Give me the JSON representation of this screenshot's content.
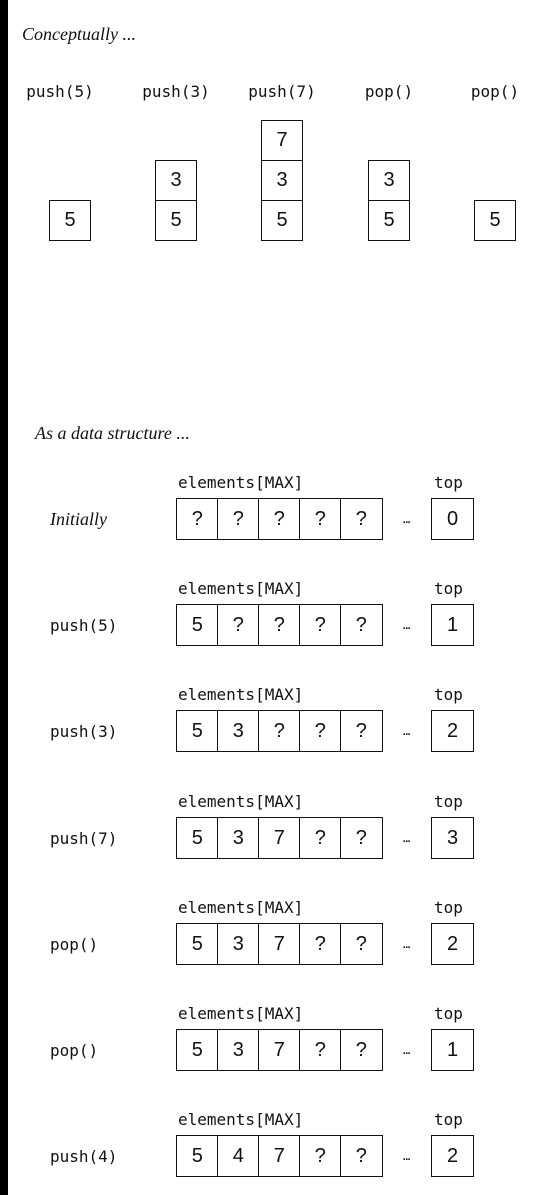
{
  "headings": {
    "conceptual": "Conceptually ...",
    "data_structure": "As a data structure ..."
  },
  "conceptual_ops": [
    {
      "label": "push(5)",
      "stack": [
        "5"
      ]
    },
    {
      "label": "push(3)",
      "stack": [
        "5",
        "3"
      ]
    },
    {
      "label": "push(7)",
      "stack": [
        "5",
        "3",
        "7"
      ]
    },
    {
      "label": "pop()",
      "stack": [
        "5",
        "3"
      ]
    },
    {
      "label": "pop()",
      "stack": [
        "5"
      ]
    }
  ],
  "array_labels": {
    "elements": "elements[MAX]",
    "top": "top",
    "ellipsis": "..."
  },
  "rows": [
    {
      "label": "Initially",
      "label_style": "serif",
      "cells": [
        "?",
        "?",
        "?",
        "?",
        "?"
      ],
      "top": "0"
    },
    {
      "label": "push(5)",
      "label_style": "mono",
      "cells": [
        "5",
        "?",
        "?",
        "?",
        "?"
      ],
      "top": "1"
    },
    {
      "label": "push(3)",
      "label_style": "mono",
      "cells": [
        "5",
        "3",
        "?",
        "?",
        "?"
      ],
      "top": "2"
    },
    {
      "label": "push(7)",
      "label_style": "mono",
      "cells": [
        "5",
        "3",
        "7",
        "?",
        "?"
      ],
      "top": "3"
    },
    {
      "label": "pop()",
      "label_style": "mono",
      "cells": [
        "5",
        "3",
        "7",
        "?",
        "?"
      ],
      "top": "2"
    },
    {
      "label": "pop()",
      "label_style": "mono",
      "cells": [
        "5",
        "3",
        "7",
        "?",
        "?"
      ],
      "top": "1"
    },
    {
      "label": "push(4)",
      "label_style": "mono",
      "cells": [
        "5",
        "4",
        "7",
        "?",
        "?"
      ],
      "top": "2"
    }
  ]
}
